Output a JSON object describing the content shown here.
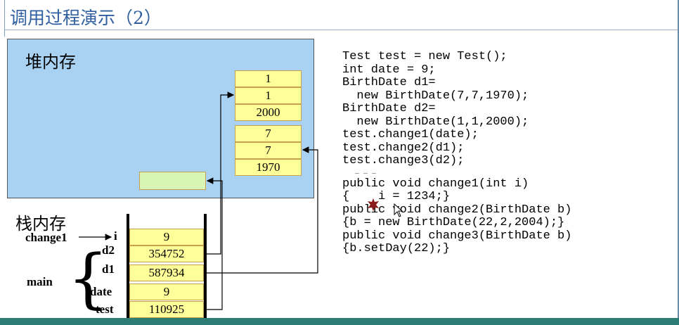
{
  "title": "调用过程演示（2）",
  "heap": {
    "label": "堆内存",
    "obj_d2": [
      "1",
      "1",
      "2000"
    ],
    "obj_d1": [
      "7",
      "7",
      "1970"
    ]
  },
  "stack": {
    "label": "栈内存",
    "change1_label": "change1",
    "main_label": "main",
    "rows": [
      {
        "name": "i",
        "value": "9"
      },
      {
        "name": "d2",
        "value": "354752"
      },
      {
        "name": "d1",
        "value": "587934"
      },
      {
        "name": "date",
        "value": "9"
      },
      {
        "name": "test",
        "value": "110925"
      }
    ]
  },
  "code": {
    "l1": "Test test = new Test();",
    "l2": "int date = 9;",
    "l3": "BirthDate d1=",
    "l4": "  new BirthDate(7,7,1970);",
    "l5": "BirthDate d2=",
    "l6": "  new BirthDate(1,1,2000);",
    "l7": "test.change1(date);",
    "l8": "test.change2(d1);",
    "l9": "test.change3(d2);",
    "ellipsis": "   … … …",
    "l10": "public void change1(int i)",
    "l11": "{    i = 1234;}",
    "l12": "public void change2(BirthDate b)",
    "l13": "{b = new BirthDate(22,2,2004);}",
    "l14": "public void change3(BirthDate b)",
    "l15": "{b.setDay(22);}"
  },
  "colors": {
    "heap_bg": "#a9d2f2",
    "cell_bg": "#ffff99",
    "empty_box_bg": "#d9f5b5",
    "title": "#2f5f9e",
    "bottom_bar": "#2e7d74"
  }
}
